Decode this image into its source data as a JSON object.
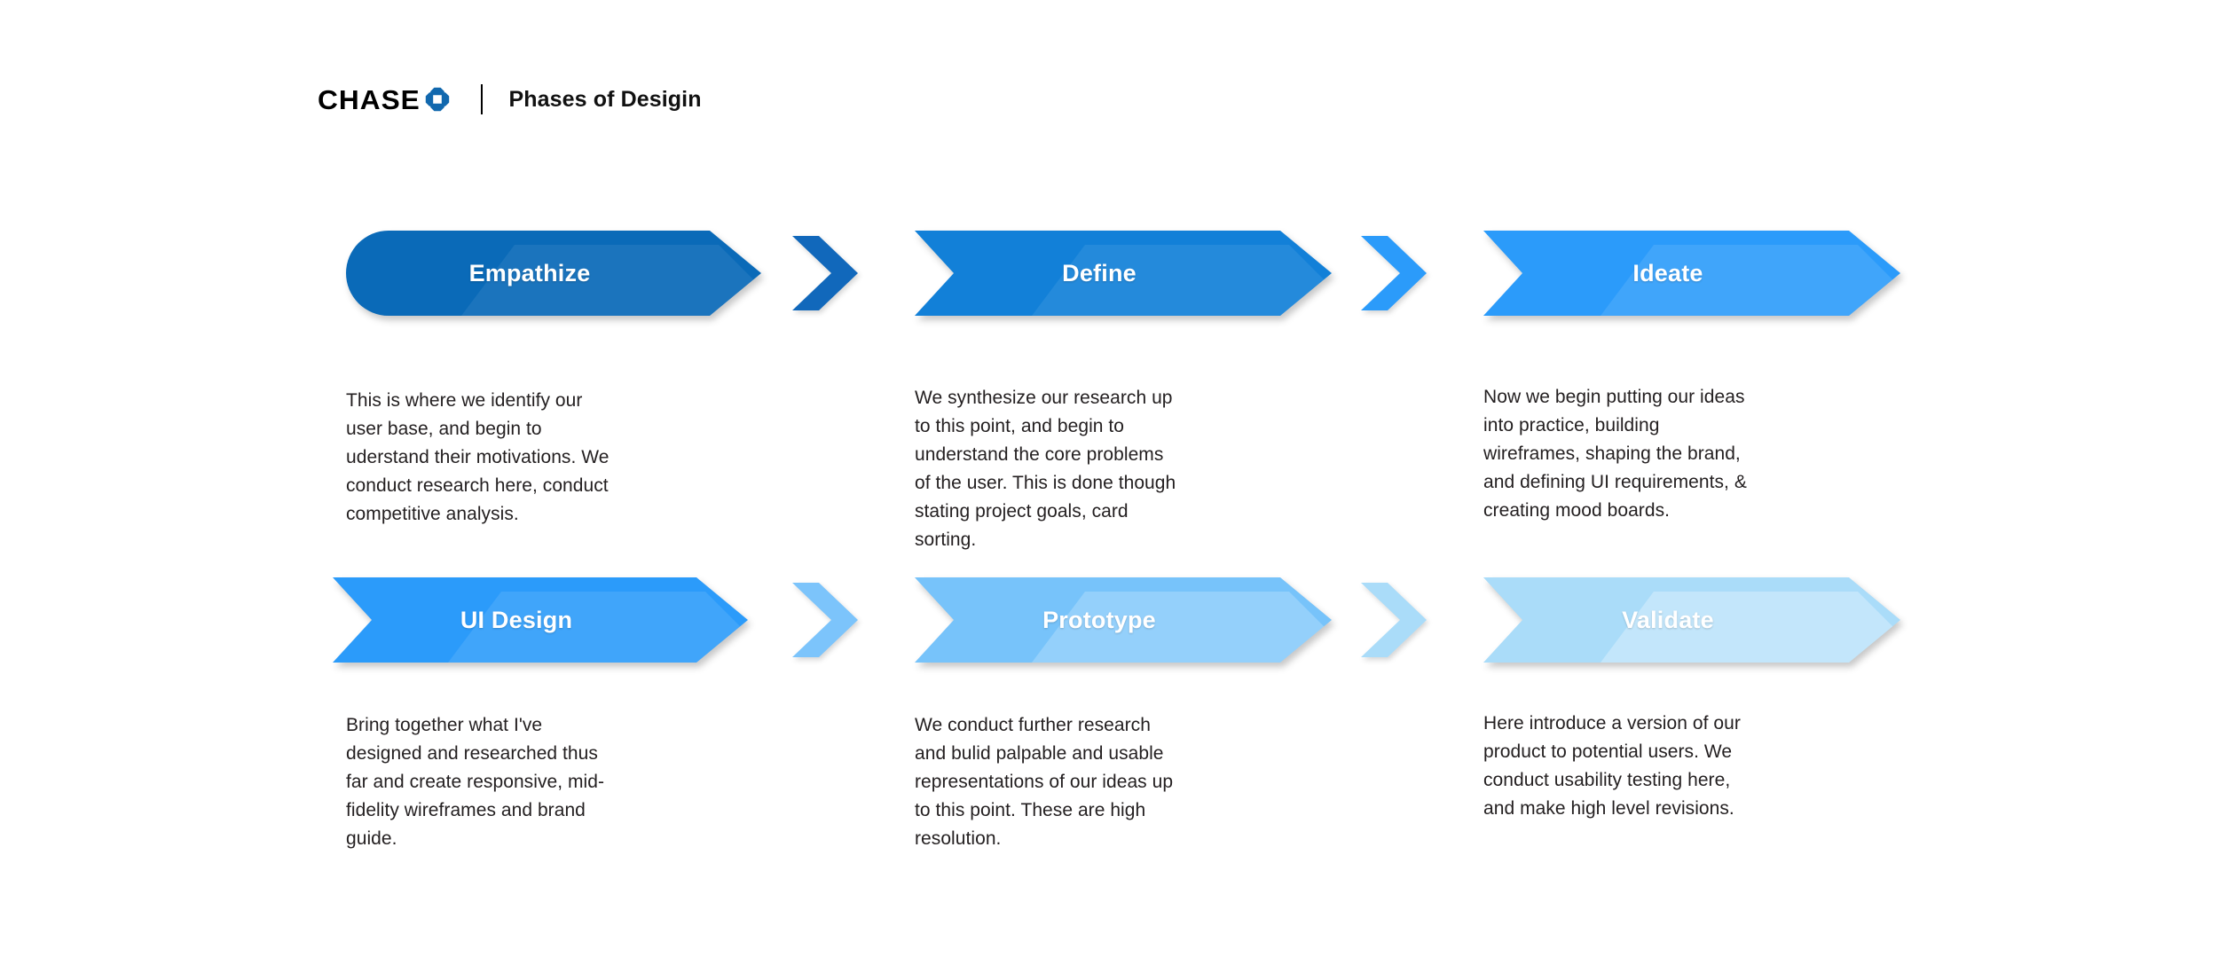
{
  "header": {
    "brand_wordmark": "CHASE",
    "brand_logo_icon": "chase-octagon-logo",
    "divider": "|",
    "title": "Phases of Desigin"
  },
  "colors": {
    "stage_1": "#0a6ab8",
    "stage_2": "#1280d8",
    "stage_3": "#2b9bfa",
    "stage_4": "#2b9bfa",
    "stage_5": "#77c3fa",
    "stage_6": "#aadcf9",
    "connector_1": "#1168bb",
    "connector_2": "#2b9bfa",
    "connector_3": "#7cc4fb",
    "connector_4": "#aadcf9",
    "text": "#231f20",
    "banner_label": "#ffffff"
  },
  "rows": [
    {
      "name": "row-1",
      "stages": [
        {
          "id": "empathize",
          "label": "Empathize",
          "shape": "rounded-start-arrow",
          "color_key": "stage_1",
          "description": "This is where we identify our user base, and begin to uderstand their motivations. We conduct research here, conduct competitive analysis."
        },
        {
          "id": "define",
          "label": "Define",
          "shape": "chevron",
          "color_key": "stage_2",
          "description": "We synthesize our research up to this point, and begin to understand the core problems of the user. This is done though stating project goals, card sorting."
        },
        {
          "id": "ideate",
          "label": "Ideate",
          "shape": "chevron",
          "color_key": "stage_3",
          "description": "Now we begin putting our ideas into practice, building wireframes, shaping the brand, and defining UI requirements, & creating mood boards."
        }
      ],
      "connectors": [
        {
          "id": "connector-1",
          "color_key": "connector_1",
          "icon": "chevron-right-icon"
        },
        {
          "id": "connector-2",
          "color_key": "connector_2",
          "icon": "chevron-right-icon"
        }
      ]
    },
    {
      "name": "row-2",
      "stages": [
        {
          "id": "ui-design",
          "label": "UI Design",
          "shape": "chevron",
          "color_key": "stage_4",
          "description": "Bring together what I've designed and researched thus far and create responsive, mid-fidelity wireframes and brand guide."
        },
        {
          "id": "prototype",
          "label": "Prototype",
          "shape": "chevron",
          "color_key": "stage_5",
          "description": "We conduct further research and bulid palpable and usable representations of our ideas up to this point. These are high resolution."
        },
        {
          "id": "validate",
          "label": "Validate",
          "shape": "chevron",
          "color_key": "stage_6",
          "description": "Here introduce a version of our product to potential users. We conduct usability testing here, and make high level revisions."
        }
      ],
      "connectors": [
        {
          "id": "connector-3",
          "color_key": "connector_3",
          "icon": "chevron-right-icon"
        },
        {
          "id": "connector-4",
          "color_key": "connector_4",
          "icon": "chevron-right-icon"
        }
      ]
    }
  ]
}
